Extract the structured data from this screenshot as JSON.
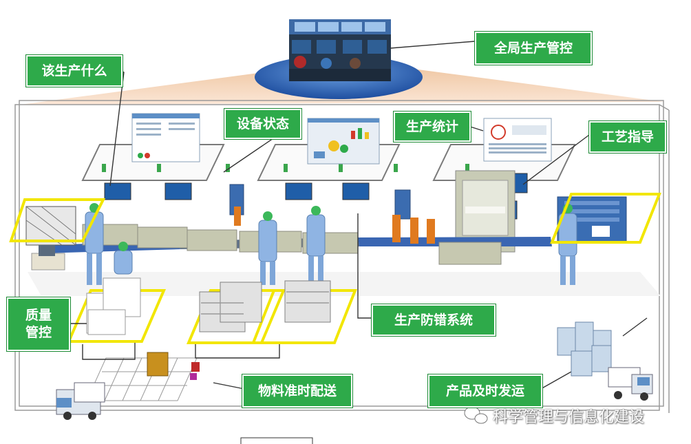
{
  "callouts": {
    "global_control": "全局生产管控",
    "what_to_produce": "该生产什么",
    "equipment_status": "设备状态",
    "production_stats": "生产统计",
    "process_guidance": "工艺指导",
    "quality_control_line1": "质量",
    "quality_control_line2": "管控",
    "error_proofing": "生产防错系统",
    "material_delivery": "物料准时配送",
    "product_shipping": "产品及时发运"
  },
  "watermark": "科学管理与信息化建设",
  "colors": {
    "callout_green": "#2eaa4a",
    "zone_yellow": "#f2e600",
    "floor_gray": "#f4f4f4",
    "roof_orange": "#e8b48a",
    "platform_blue": "#3a6db3"
  }
}
